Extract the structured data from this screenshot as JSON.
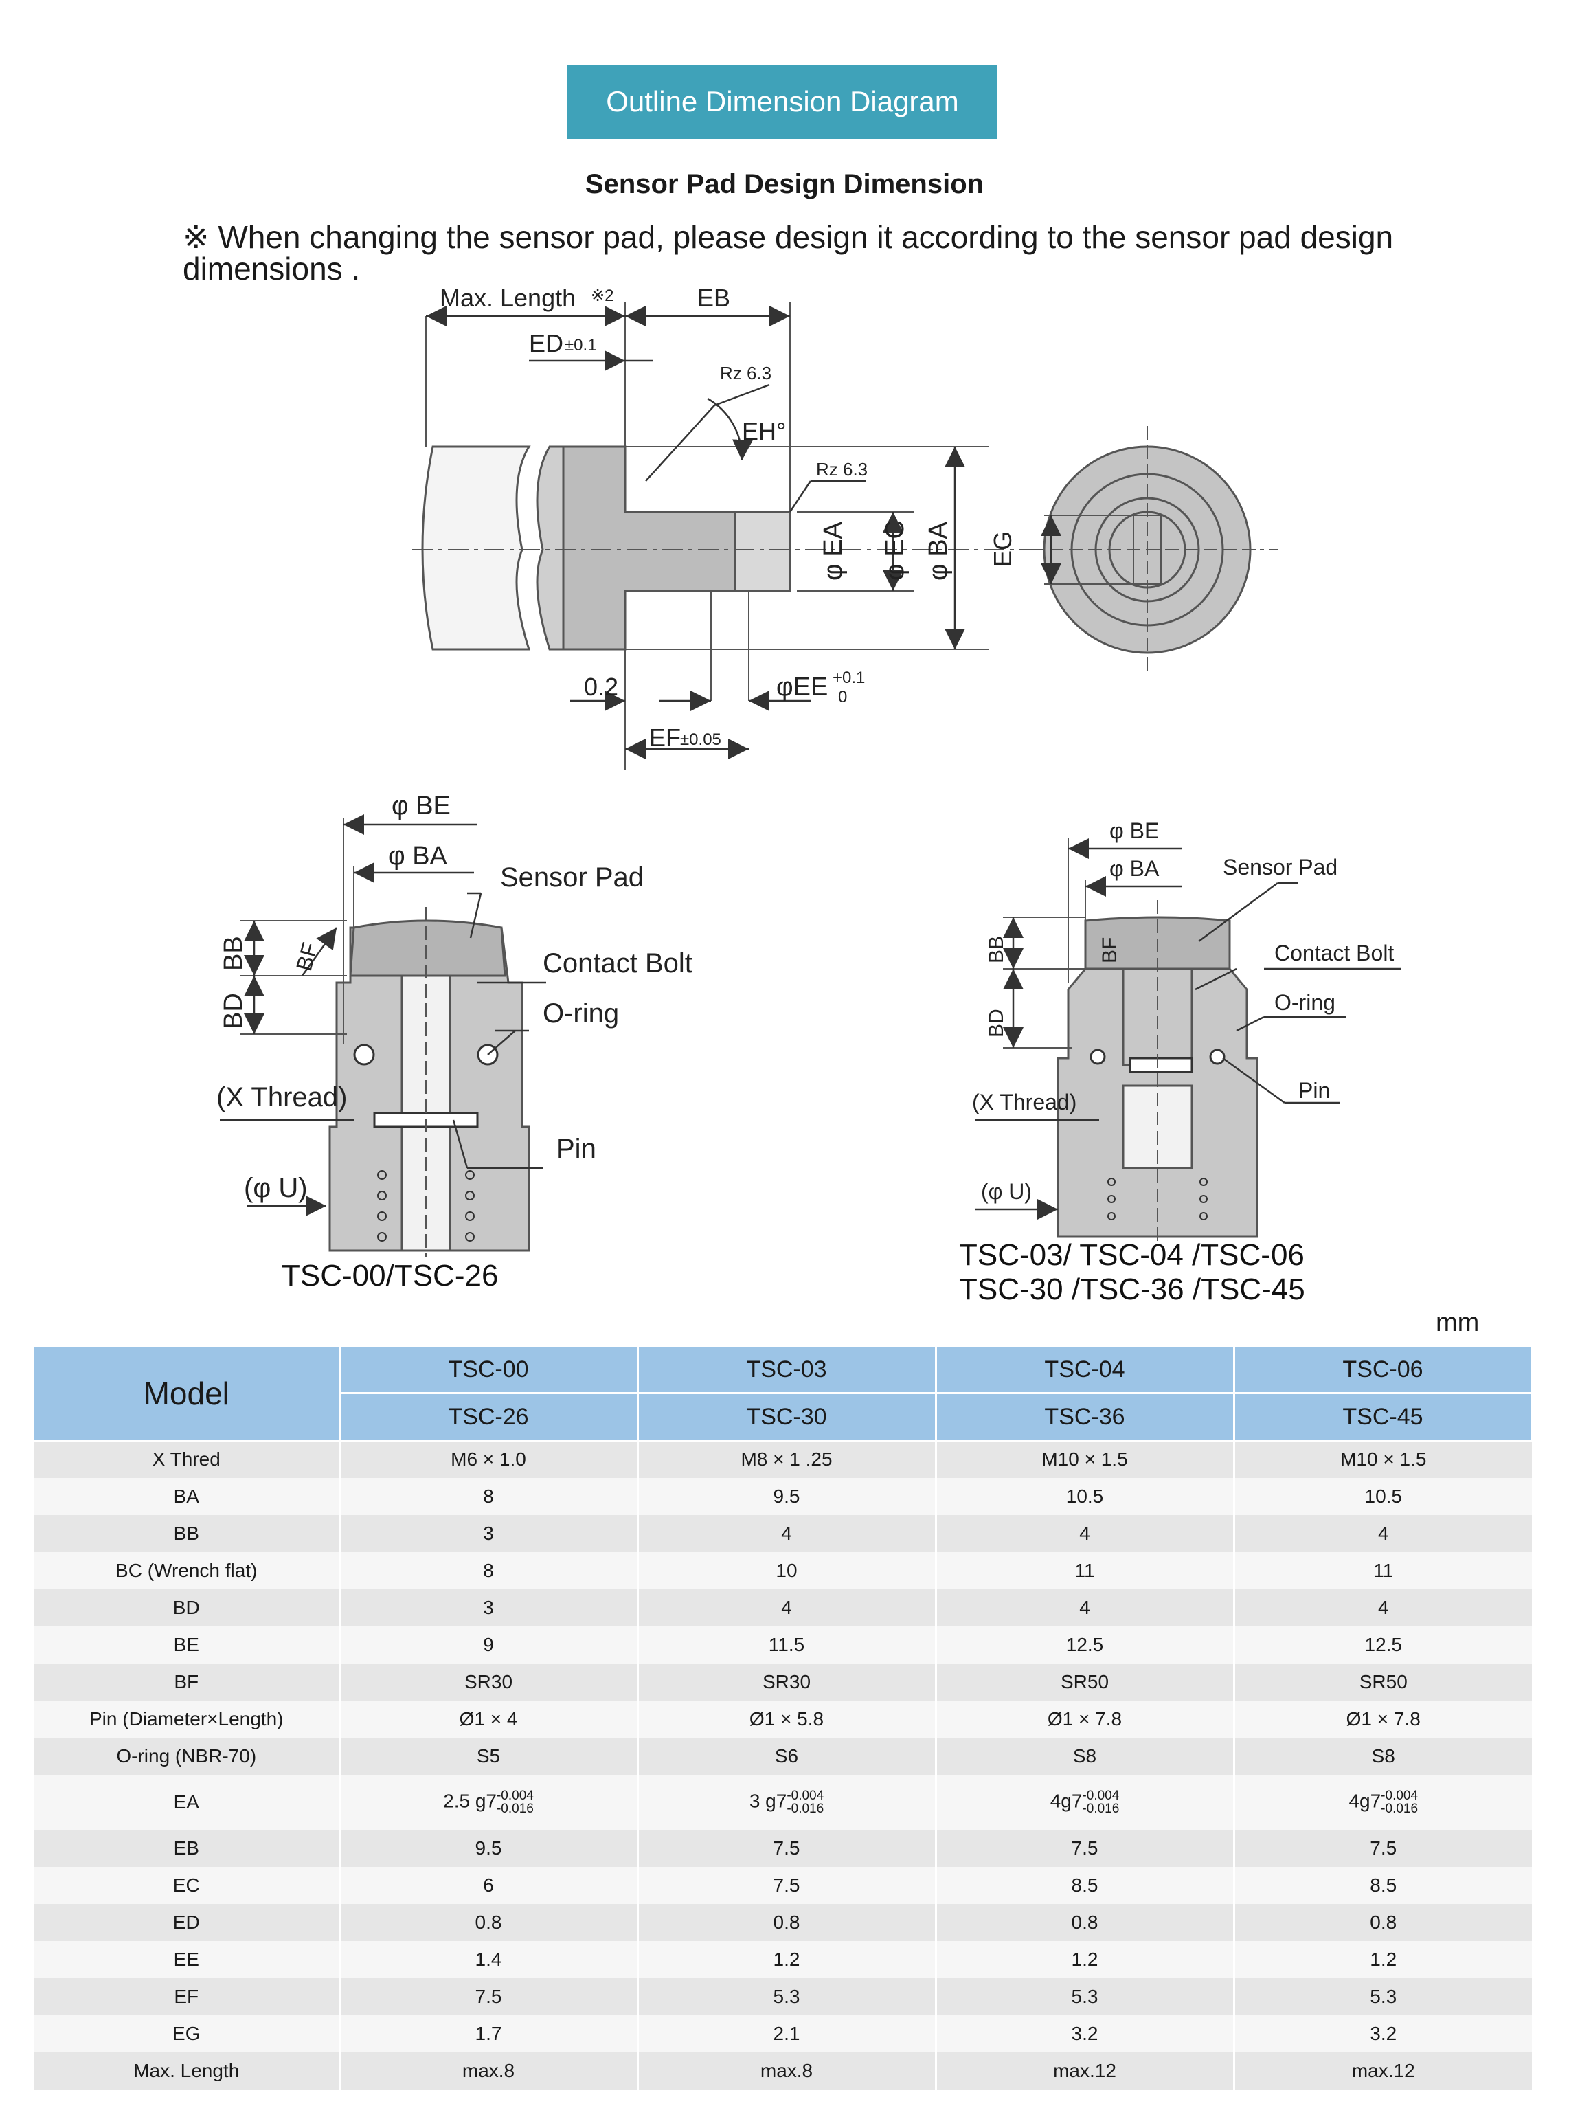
{
  "header": {
    "banner": "Outline Dimension Diagram",
    "subtitle": "Sensor Pad Design Dimension",
    "note": "※ When changing the sensor pad, please design it   according to the sensor pad design dimensions ."
  },
  "drawing_top": {
    "labels": {
      "max_length": "Max. Length",
      "max_length_note": "※2",
      "eb": "EB",
      "ed": "ED",
      "ed_tol": "±0.1",
      "rz1": "Rz 6.3",
      "eh": "EH°",
      "rz2": "Rz 6.3",
      "ea": "φ EA",
      "ec": "φ EC",
      "ba": "φ BA",
      "eg": "EG",
      "gap": "0.2",
      "ee": "φEE",
      "ee_tol_upper": "+0.1",
      "ee_tol_lower": "0",
      "ef": "EF",
      "ef_tol": "±0.05"
    }
  },
  "drawing_left": {
    "labels": {
      "be": "φ BE",
      "ba": "φ BA",
      "sensor_pad": "Sensor Pad",
      "contact_bolt": "Contact Bolt",
      "oring": "O-ring",
      "x_thread": "(X Thread)",
      "pin": "Pin",
      "u": "(φ U)",
      "bb": "BB",
      "bd": "BD",
      "bf": "BF"
    },
    "caption": "TSC-00/TSC-26"
  },
  "drawing_right": {
    "labels": {
      "be": "φ BE",
      "ba": "φ BA",
      "sensor_pad": "Sensor Pad",
      "contact_bolt": "Contact Bolt",
      "oring": "O-ring",
      "pin": "Pin",
      "x_thread": "(X Thread)",
      "u": "(φ U)",
      "bb": "BB",
      "bd": "BD",
      "bf": "BF"
    },
    "caption_line1": "TSC-03/ TSC-04 /TSC-06",
    "caption_line2": "TSC-30 /TSC-36 /TSC-45"
  },
  "table": {
    "unit": "mm",
    "model_label": "Model",
    "models_top": [
      "TSC-00",
      "TSC-03",
      "TSC-04",
      "TSC-06"
    ],
    "models_bottom": [
      "TSC-26",
      "TSC-30",
      "TSC-36",
      "TSC-45"
    ],
    "rows": [
      {
        "label": "X Thred",
        "values": [
          "M6 × 1.0",
          "M8 × 1 .25",
          "M10  × 1.5",
          "M10  × 1.5"
        ]
      },
      {
        "label": "BA",
        "values": [
          "8",
          "9.5",
          "10.5",
          "10.5"
        ]
      },
      {
        "label": "BB",
        "values": [
          "3",
          "4",
          "4",
          "4"
        ]
      },
      {
        "label": "BC (Wrench flat)",
        "values": [
          "8",
          "10",
          "11",
          "11"
        ]
      },
      {
        "label": "BD",
        "values": [
          "3",
          "4",
          "4",
          "4"
        ]
      },
      {
        "label": "BE",
        "values": [
          "9",
          "11.5",
          "12.5",
          "12.5"
        ]
      },
      {
        "label": "BF",
        "values": [
          "SR30",
          "SR30",
          "SR50",
          "SR50"
        ]
      },
      {
        "label": "Pin (Diameter×Length)",
        "values": [
          "Ø1 × 4",
          "Ø1 × 5.8",
          "Ø1 × 7.8",
          "Ø1 × 7.8"
        ]
      },
      {
        "label": "O-ring (NBR-70)",
        "values": [
          "S5",
          "S6",
          "S8",
          "S8"
        ]
      }
    ],
    "ea": {
      "label": "EA",
      "values": [
        "2.5 g7",
        "3 g7",
        "4g7",
        "4g7"
      ],
      "tol_upper": "-0.004",
      "tol_lower": "-0.016"
    },
    "rows2": [
      {
        "label": "EB",
        "values": [
          "9.5",
          "7.5",
          "7.5",
          "7.5"
        ]
      },
      {
        "label": "EC",
        "values": [
          "6",
          "7.5",
          "8.5",
          "8.5"
        ]
      },
      {
        "label": "ED",
        "values": [
          "0.8",
          "0.8",
          "0.8",
          "0.8"
        ]
      },
      {
        "label": "EE",
        "values": [
          "1.4",
          "1.2",
          "1.2",
          "1.2"
        ]
      },
      {
        "label": "EF",
        "values": [
          "7.5",
          "5.3",
          "5.3",
          "5.3"
        ]
      },
      {
        "label": "EG",
        "values": [
          "1.7",
          "2.1",
          "3.2",
          "3.2"
        ]
      },
      {
        "label": "Max. Length",
        "values": [
          "max.8",
          "max.8",
          "max.12",
          "max.12"
        ]
      }
    ]
  }
}
